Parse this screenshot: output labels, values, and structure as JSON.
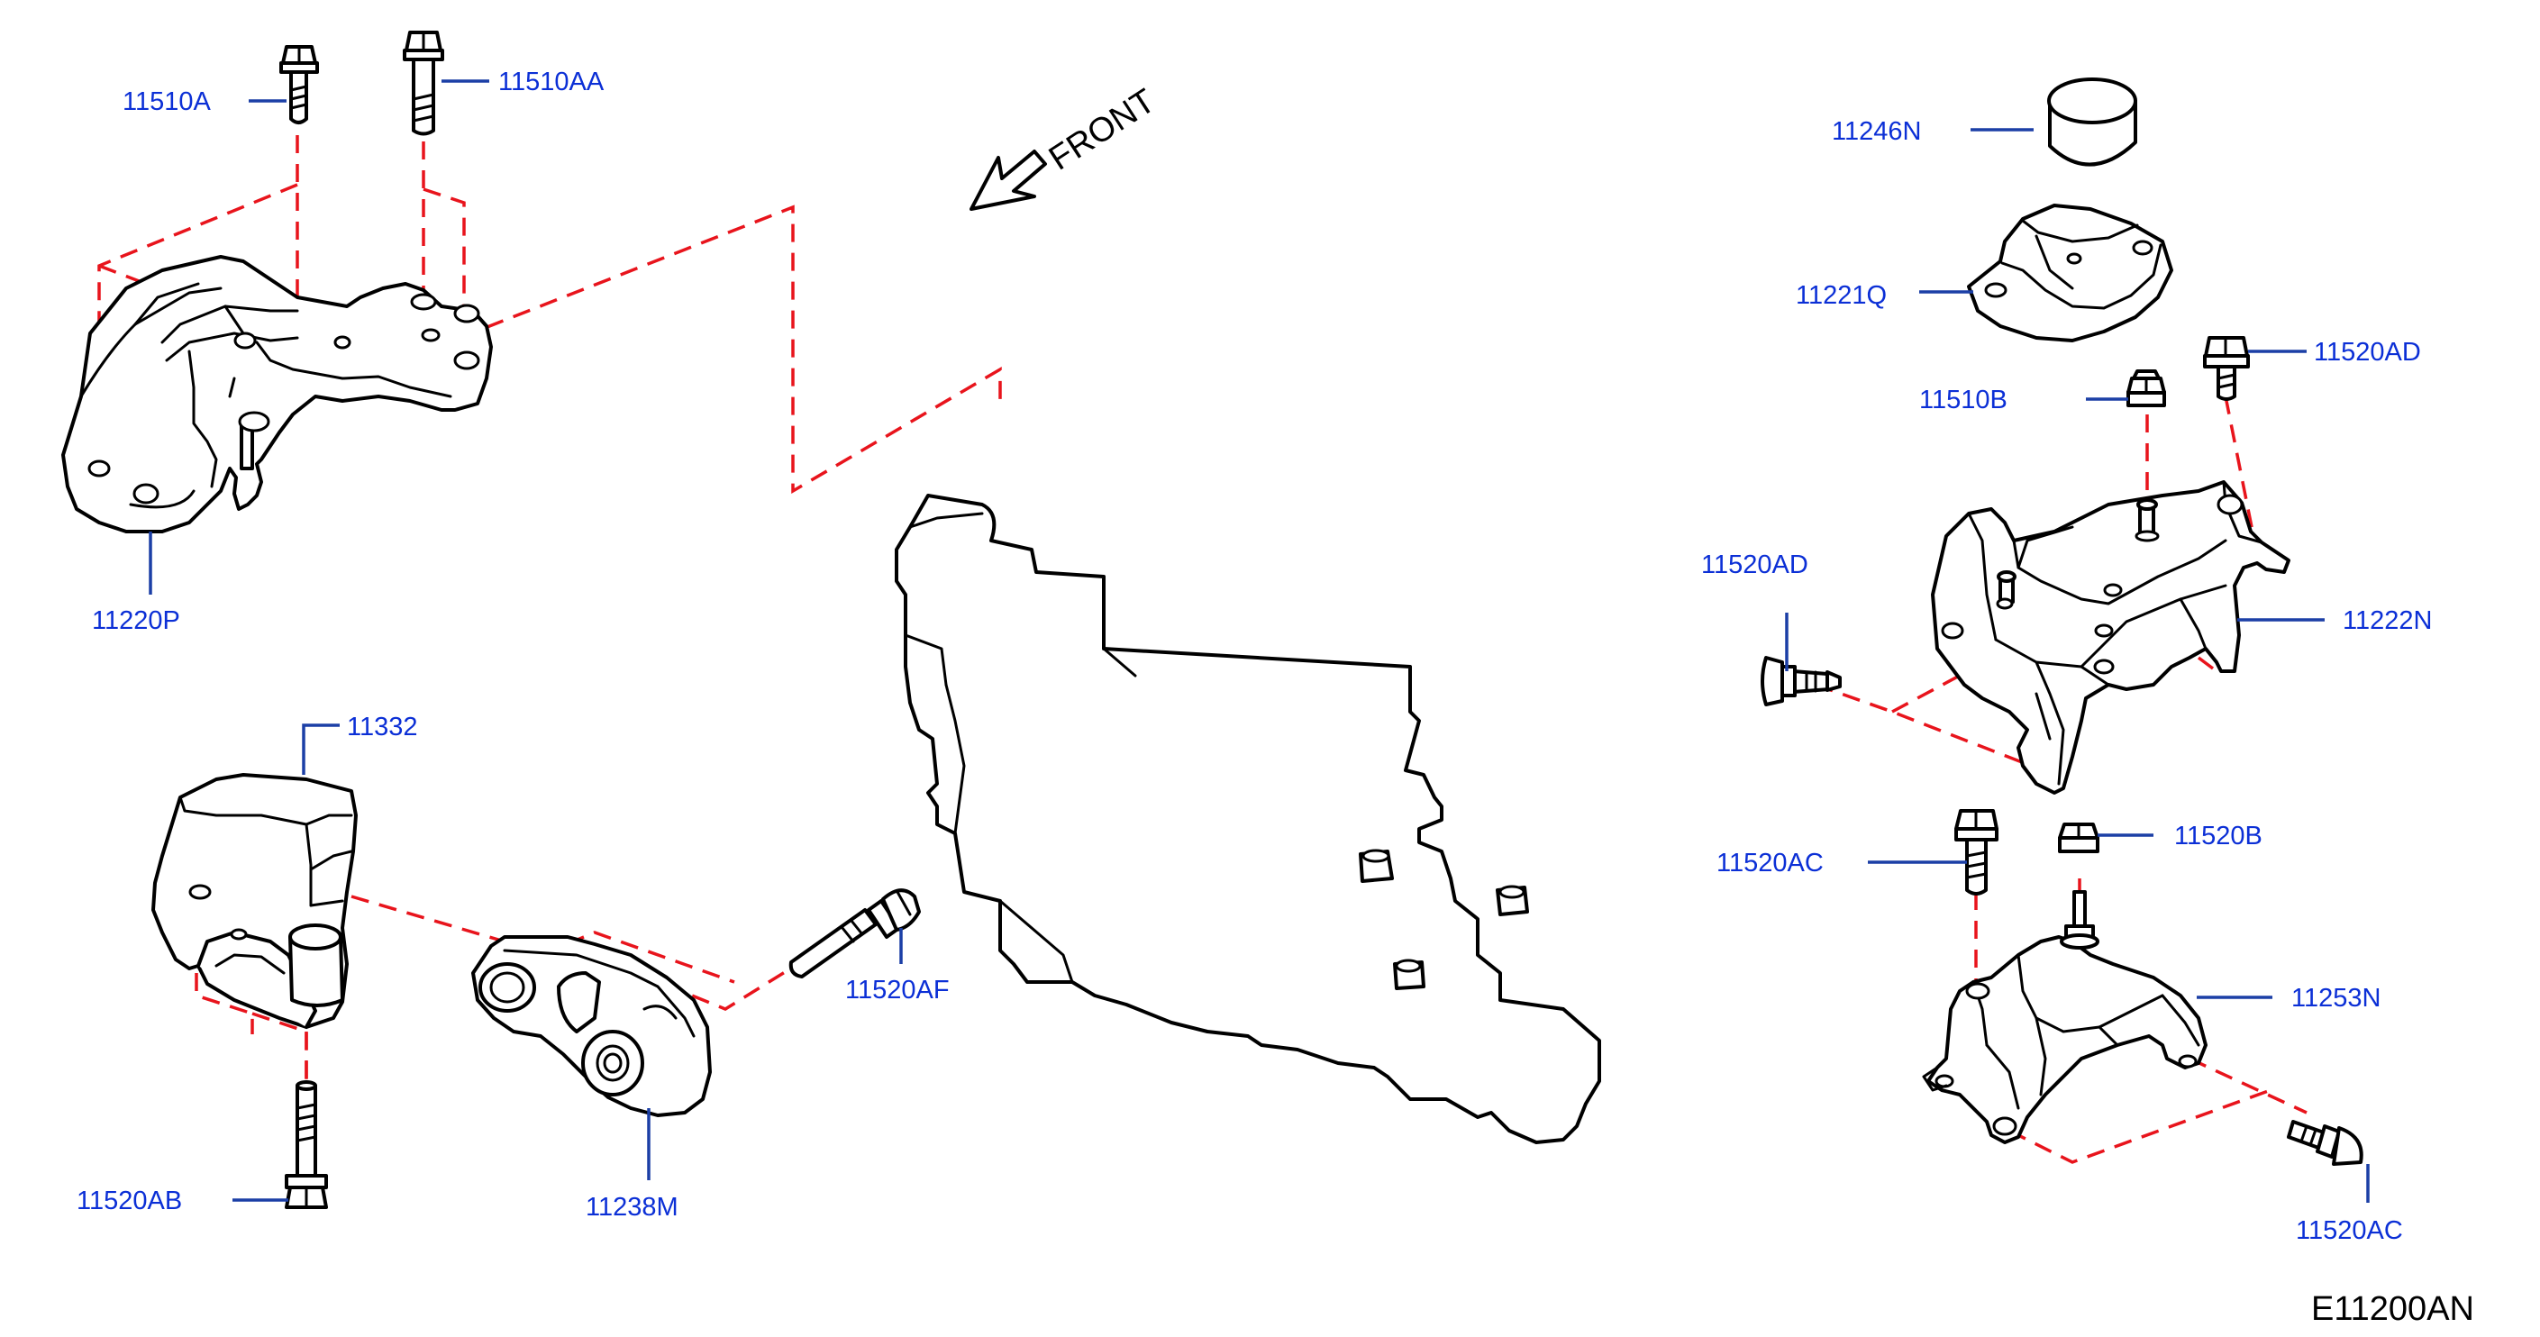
{
  "diagram": {
    "front_label": "FRONT",
    "diagram_code": "E11200AN",
    "colors": {
      "outline": "#000000",
      "fastening_dash": "#e8141c",
      "leader_line": "#1b3fa6",
      "part_number": "#0b2fd6"
    },
    "parts": [
      {
        "id": "p-11510A",
        "label": "11510A"
      },
      {
        "id": "p-11510AA",
        "label": "11510AA"
      },
      {
        "id": "p-11220P",
        "label": "11220P"
      },
      {
        "id": "p-11332",
        "label": "11332"
      },
      {
        "id": "p-11238M",
        "label": "11238M"
      },
      {
        "id": "p-11520AF",
        "label": "11520AF"
      },
      {
        "id": "p-11520AB",
        "label": "11520AB"
      },
      {
        "id": "p-11246N",
        "label": "11246N"
      },
      {
        "id": "p-11221Q",
        "label": "11221Q"
      },
      {
        "id": "p-11520AD-top",
        "label": "11520AD"
      },
      {
        "id": "p-11510B",
        "label": "11510B"
      },
      {
        "id": "p-11520AD-left",
        "label": "11520AD"
      },
      {
        "id": "p-11222N",
        "label": "11222N"
      },
      {
        "id": "p-11520AC-top",
        "label": "11520AC"
      },
      {
        "id": "p-11520B",
        "label": "11520B"
      },
      {
        "id": "p-11253N",
        "label": "11253N"
      },
      {
        "id": "p-11520AC-bottom",
        "label": "11520AC"
      }
    ]
  }
}
